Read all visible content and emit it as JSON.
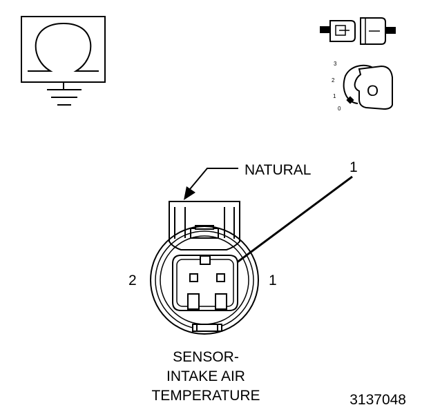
{
  "callouts": {
    "natural": "NATURAL",
    "terminal_callout": "1"
  },
  "pins": {
    "left": "2",
    "right": "1"
  },
  "key_positions": [
    "3",
    "2",
    "1",
    "0"
  ],
  "key_letter": "O",
  "caption_lines": [
    "SENSOR-",
    "INTAKE AIR",
    "TEMPERATURE"
  ],
  "figure_number": "3137048",
  "icons": {
    "ohmmeter": "ohmmeter-icon",
    "connector": "disconnected-connector-icon",
    "ignition_key": "ignition-key-off-icon"
  }
}
